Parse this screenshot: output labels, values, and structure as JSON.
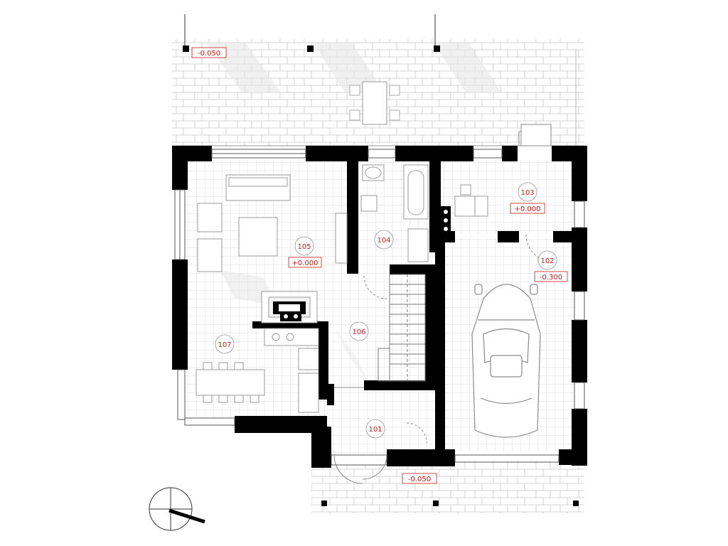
{
  "rooms": [
    {
      "id": "room-101",
      "number": "101"
    },
    {
      "id": "room-102",
      "number": "102"
    },
    {
      "id": "room-103",
      "number": "103"
    },
    {
      "id": "room-104",
      "number": "104"
    },
    {
      "id": "room-105",
      "number": "105"
    },
    {
      "id": "room-106",
      "number": "106"
    },
    {
      "id": "room-107",
      "number": "107"
    }
  ],
  "levels": {
    "terrace": "-0.050",
    "entrance": "-0.050",
    "garage": "-0.300",
    "room_103": "+0.000",
    "room_105": "+0.000"
  },
  "colors": {
    "wall": "#000000",
    "tile_line": "#d0d0d0",
    "paving_line": "#c4c4c4",
    "label": "#d11a1a",
    "furniture": "#9a9a9a"
  }
}
